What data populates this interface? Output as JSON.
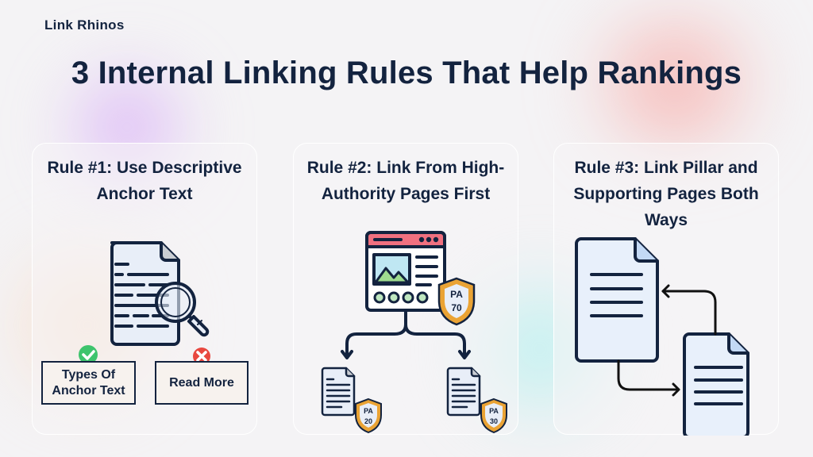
{
  "brand": {
    "logo_text": "Link Rhinos"
  },
  "header": {
    "title": "3 Internal Linking Rules That Help Rankings"
  },
  "colors": {
    "text_dark": "#13233f",
    "check_green": "#3ec46d",
    "cross_red": "#e8483f",
    "browser_bar": "#f0707f",
    "mountain_green": "#9fdc8f",
    "shield_gold": "#eaa334",
    "doc_fill": "#e8f0fb"
  },
  "rules": [
    {
      "title": "Rule #1: Use Descriptive Anchor Text",
      "icon": "document-magnifier-icon",
      "good_example": {
        "label": "Types Of Anchor Text",
        "badge": "check-icon"
      },
      "bad_example": {
        "label": "Read More",
        "badge": "cross-icon"
      }
    },
    {
      "title": "Rule #2: Link From High-Authority Pages First",
      "icon": "browser-page-icon",
      "source_page": {
        "badge_label": "PA",
        "badge_value": "70"
      },
      "target_pages": [
        {
          "badge_label": "PA",
          "badge_value": "20"
        },
        {
          "badge_label": "PA",
          "badge_value": "30"
        }
      ]
    },
    {
      "title": "Rule #3: Link Pillar and Supporting Pages Both Ways",
      "icon": "two-way-documents-icon",
      "pages": [
        "pillar-page",
        "supporting-page"
      ]
    }
  ]
}
